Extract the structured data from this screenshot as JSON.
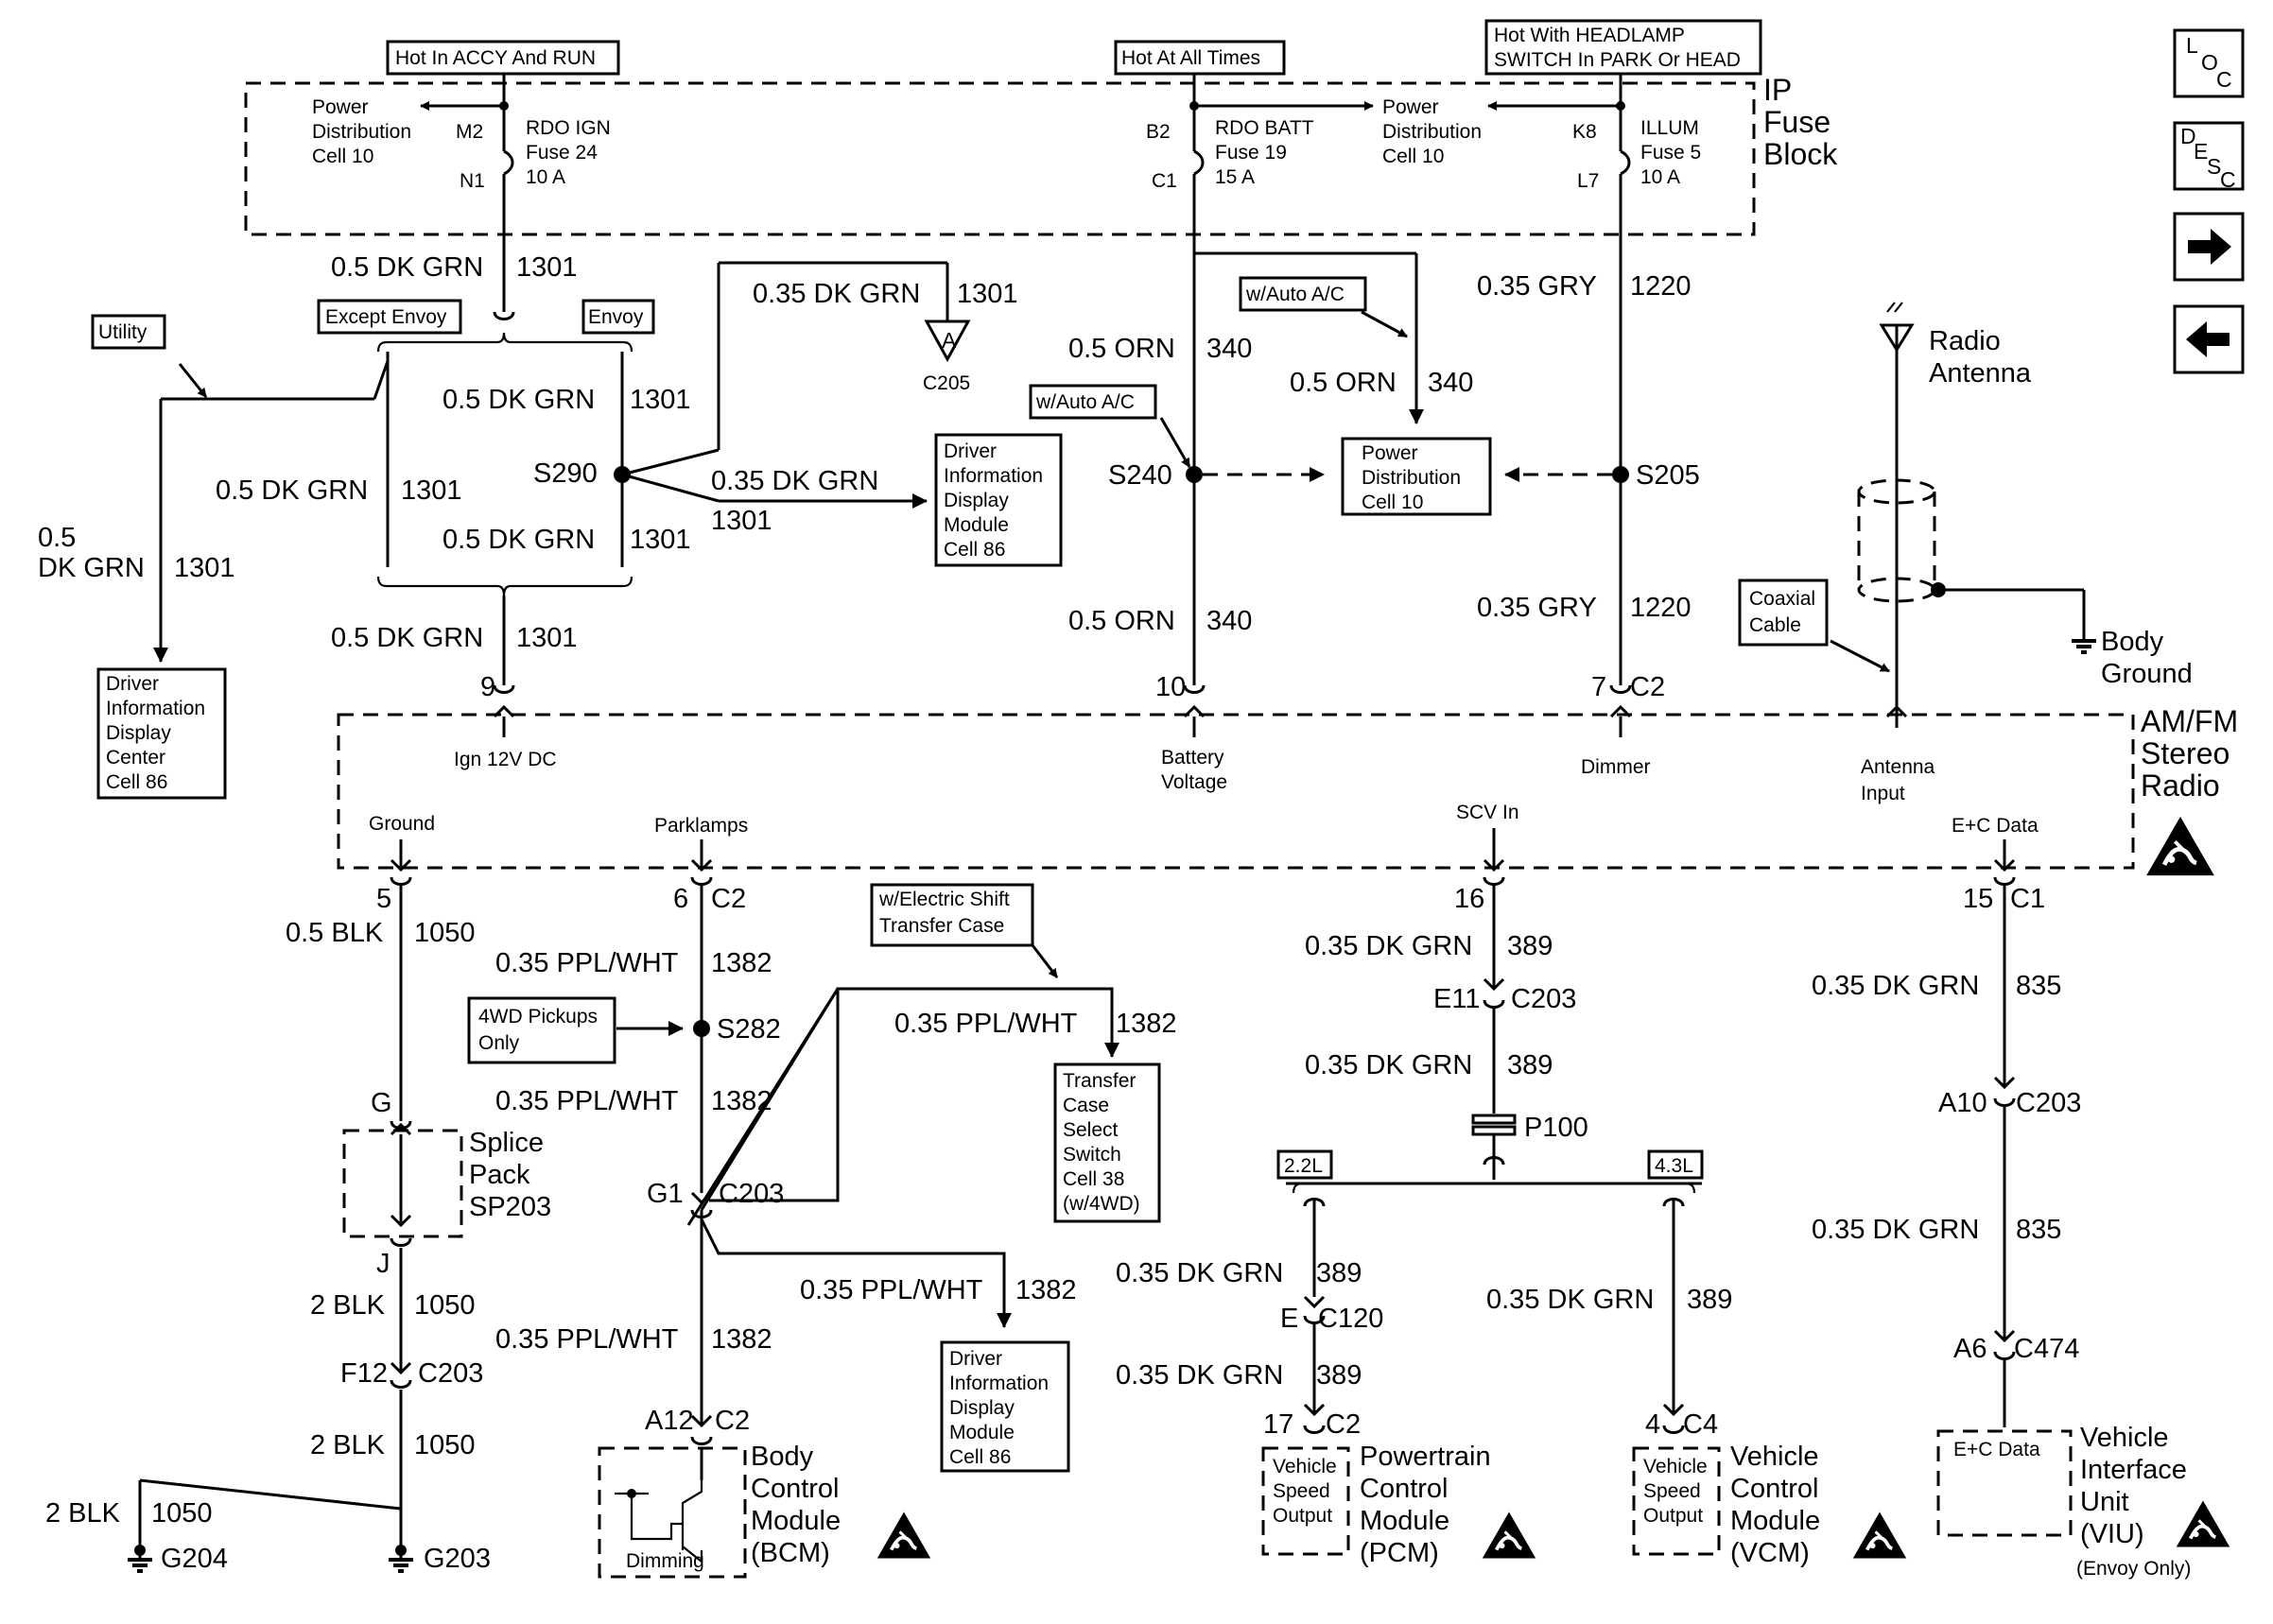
{
  "power_sources": {
    "accy_run": "Hot In ACCY And RUN",
    "at_all_times": "Hot At All Times",
    "headlamp_line1": "Hot With HEADLAMP",
    "headlamp_line2": "SWITCH In PARK Or HEAD"
  },
  "ip_fuse_block": {
    "title": [
      "IP",
      "Fuse",
      "Block"
    ],
    "power_distribution": [
      "Power",
      "Distribution",
      "Cell 10"
    ],
    "fuse_rdo_ign": {
      "top_pin": "M2",
      "bottom_pin": "N1",
      "name": "RDO IGN",
      "fuse": "Fuse 24",
      "amps": "10 A"
    },
    "fuse_rdo_batt": {
      "top_pin": "B2",
      "bottom_pin": "C1",
      "name": "RDO BATT",
      "fuse": "Fuse 19",
      "amps": "15 A"
    },
    "fuse_illum": {
      "top_pin": "K8",
      "bottom_pin": "L7",
      "name": "ILLUM",
      "fuse": "Fuse 5",
      "amps": "10 A"
    }
  },
  "labels": {
    "utility": "Utility",
    "except_envoy": "Except Envoy",
    "envoy": "Envoy",
    "w_auto_ac": "w/Auto A/C",
    "four_wd_pickups": [
      "4WD Pickups",
      "Only"
    ],
    "w_electric_shift": [
      "w/Electric Shift",
      "Transfer Case"
    ],
    "coaxial_cable": [
      "Coaxial",
      "Cable"
    ],
    "radio_antenna": [
      "Radio",
      "Antenna"
    ],
    "body_ground": [
      "Body",
      "Ground"
    ],
    "engine_22": "2.2L",
    "engine_43": "4.3L",
    "envoy_only": "(Envoy Only)"
  },
  "wires": {
    "dk_grn_05": "0.5 DK GRN",
    "dk_grn_035": "0.35 DK GRN",
    "dk_grn_05_line1": "0.5",
    "dk_grn_05_line2": "DK GRN",
    "c1301": "1301",
    "orn_05": "0.5 ORN",
    "c340": "340",
    "gry_035": "0.35 GRY",
    "c1220": "1220",
    "blk_05": "0.5 BLK",
    "blk_2": "2 BLK",
    "c1050": "1050",
    "ppl_wht_035": "0.35 PPL/WHT",
    "c1382": "1382",
    "c389": "389",
    "c835": "835"
  },
  "splices": {
    "s290": "S290",
    "s240": "S240",
    "s205": "S205",
    "s282": "S282",
    "c205": "C205",
    "c205_letter": "A",
    "p100": "P100"
  },
  "connectors": {
    "pin9": "9",
    "pin10": "10",
    "pin7": "7",
    "c2": "C2",
    "pin5": "5",
    "pin6": "6",
    "pin16": "16",
    "pin15": "15",
    "c1": "C1",
    "e11": "E11",
    "c203": "C203",
    "a10": "A10",
    "a6": "A6",
    "c474": "C474",
    "g": "G",
    "j": "J",
    "f12": "F12",
    "g1": "G1",
    "a12": "A12",
    "e": "E",
    "c120": "C120",
    "pin17": "17",
    "pin4": "4",
    "c4": "C4"
  },
  "radio": {
    "title": [
      "AM/FM",
      "Stereo",
      "Radio"
    ],
    "ign_12v": "Ign 12V DC",
    "battery_voltage": [
      "Battery",
      "Voltage"
    ],
    "dimmer": "Dimmer",
    "antenna_input": [
      "Antenna",
      "Input"
    ],
    "ground": "Ground",
    "parklamps": "Parklamps",
    "scv_in": "SCV In",
    "ec_data": "E+C Data"
  },
  "components": {
    "pdc10": [
      "Power",
      "Distribution",
      "Cell 10"
    ],
    "dim_center": [
      "Driver",
      "Information",
      "Display",
      "Center",
      "Cell 86"
    ],
    "dim_module": [
      "Driver",
      "Information",
      "Display",
      "Module",
      "Cell 86"
    ],
    "transfer_case_switch": [
      "Transfer",
      "Case",
      "Select",
      "Switch",
      "Cell 38",
      "(w/4WD)"
    ],
    "splice_pack": [
      "Splice",
      "Pack",
      "SP203"
    ],
    "bcm": [
      "Body",
      "Control",
      "Module",
      "(BCM)"
    ],
    "bcm_dimming": "Dimming",
    "pcm": [
      "Powertrain",
      "Control",
      "Module",
      "(PCM)"
    ],
    "vcm": [
      "Vehicle",
      "Control",
      "Module",
      "(VCM)"
    ],
    "viu": [
      "Vehicle",
      "Interface",
      "Unit",
      "(VIU)"
    ],
    "vehicle_speed_output": [
      "Vehicle",
      "Speed",
      "Output"
    ]
  },
  "grounds": {
    "g204": "G204",
    "g203": "G203"
  },
  "nav": {
    "loc": [
      "L",
      "O",
      "C"
    ],
    "desc": [
      "D",
      "E",
      "S",
      "C"
    ]
  }
}
